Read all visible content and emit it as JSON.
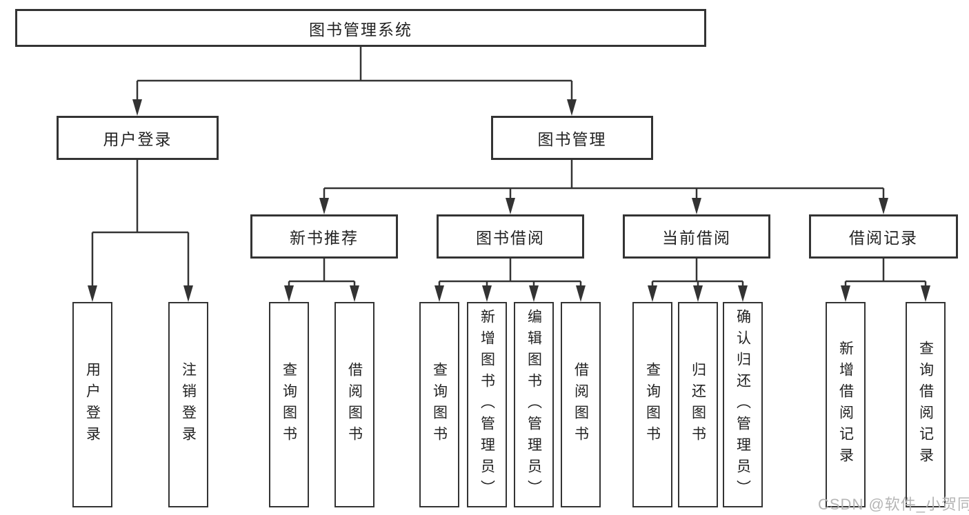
{
  "tree": {
    "label": "图书管理系统",
    "children": [
      {
        "label": "用户登录",
        "children": [
          {
            "label": "用户登录"
          },
          {
            "label": "注销登录"
          }
        ]
      },
      {
        "label": "图书管理",
        "children": [
          {
            "label": "新书推荐",
            "children": [
              {
                "label": "查询图书"
              },
              {
                "label": "借阅图书"
              }
            ]
          },
          {
            "label": "图书借阅",
            "children": [
              {
                "label": "查询图书"
              },
              {
                "label": "新增图书（管理员）"
              },
              {
                "label": "编辑图书（管理员）"
              },
              {
                "label": "借阅图书"
              }
            ]
          },
          {
            "label": "当前借阅",
            "children": [
              {
                "label": "查询图书"
              },
              {
                "label": "归还图书"
              },
              {
                "label": "确认归还（管理员）"
              }
            ]
          },
          {
            "label": "借阅记录",
            "children": [
              {
                "label": "新增借阅记录"
              },
              {
                "label": "查询借阅记录"
              }
            ]
          }
        ]
      }
    ]
  },
  "watermark": {
    "text": "CSDN @软件_小贺同学"
  },
  "colors": {
    "line": "#333333",
    "text": "#222222",
    "watermark": "#b5b5b5",
    "background": "#ffffff"
  }
}
